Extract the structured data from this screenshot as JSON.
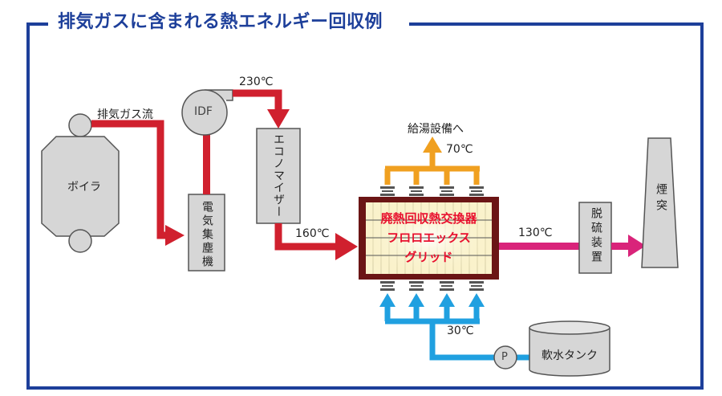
{
  "title": "排気ガスに含まれる熱エネルギー回収例",
  "components": {
    "boiler": "ボイラ",
    "idf": "IDF",
    "precipitator": "電気集塵機",
    "economizer": "エコノマイザー",
    "exchanger_line1": "廃熱回収熱交換器",
    "exchanger_line2": "フロロエックス",
    "exchanger_line3": "グリッド",
    "desulfurizer": "脱硫装置",
    "chimney": "煙突",
    "pump": "P",
    "soft_water_tank": "軟水タンク"
  },
  "labels": {
    "exhaust_flow": "排気ガス流",
    "temp_230": "230℃",
    "temp_160": "160℃",
    "temp_130": "130℃",
    "temp_70": "70℃",
    "temp_30": "30℃",
    "hot_water_supply": "給湯設備へ"
  },
  "colors": {
    "frame": "#1d3f9a",
    "exhaust": "#d0202e",
    "clean_gas": "#d9247a",
    "hot_water": "#f0a020",
    "cold_water": "#20a0e0",
    "equipment": "#d6d6d6",
    "exchanger_border": "#6b1515"
  }
}
